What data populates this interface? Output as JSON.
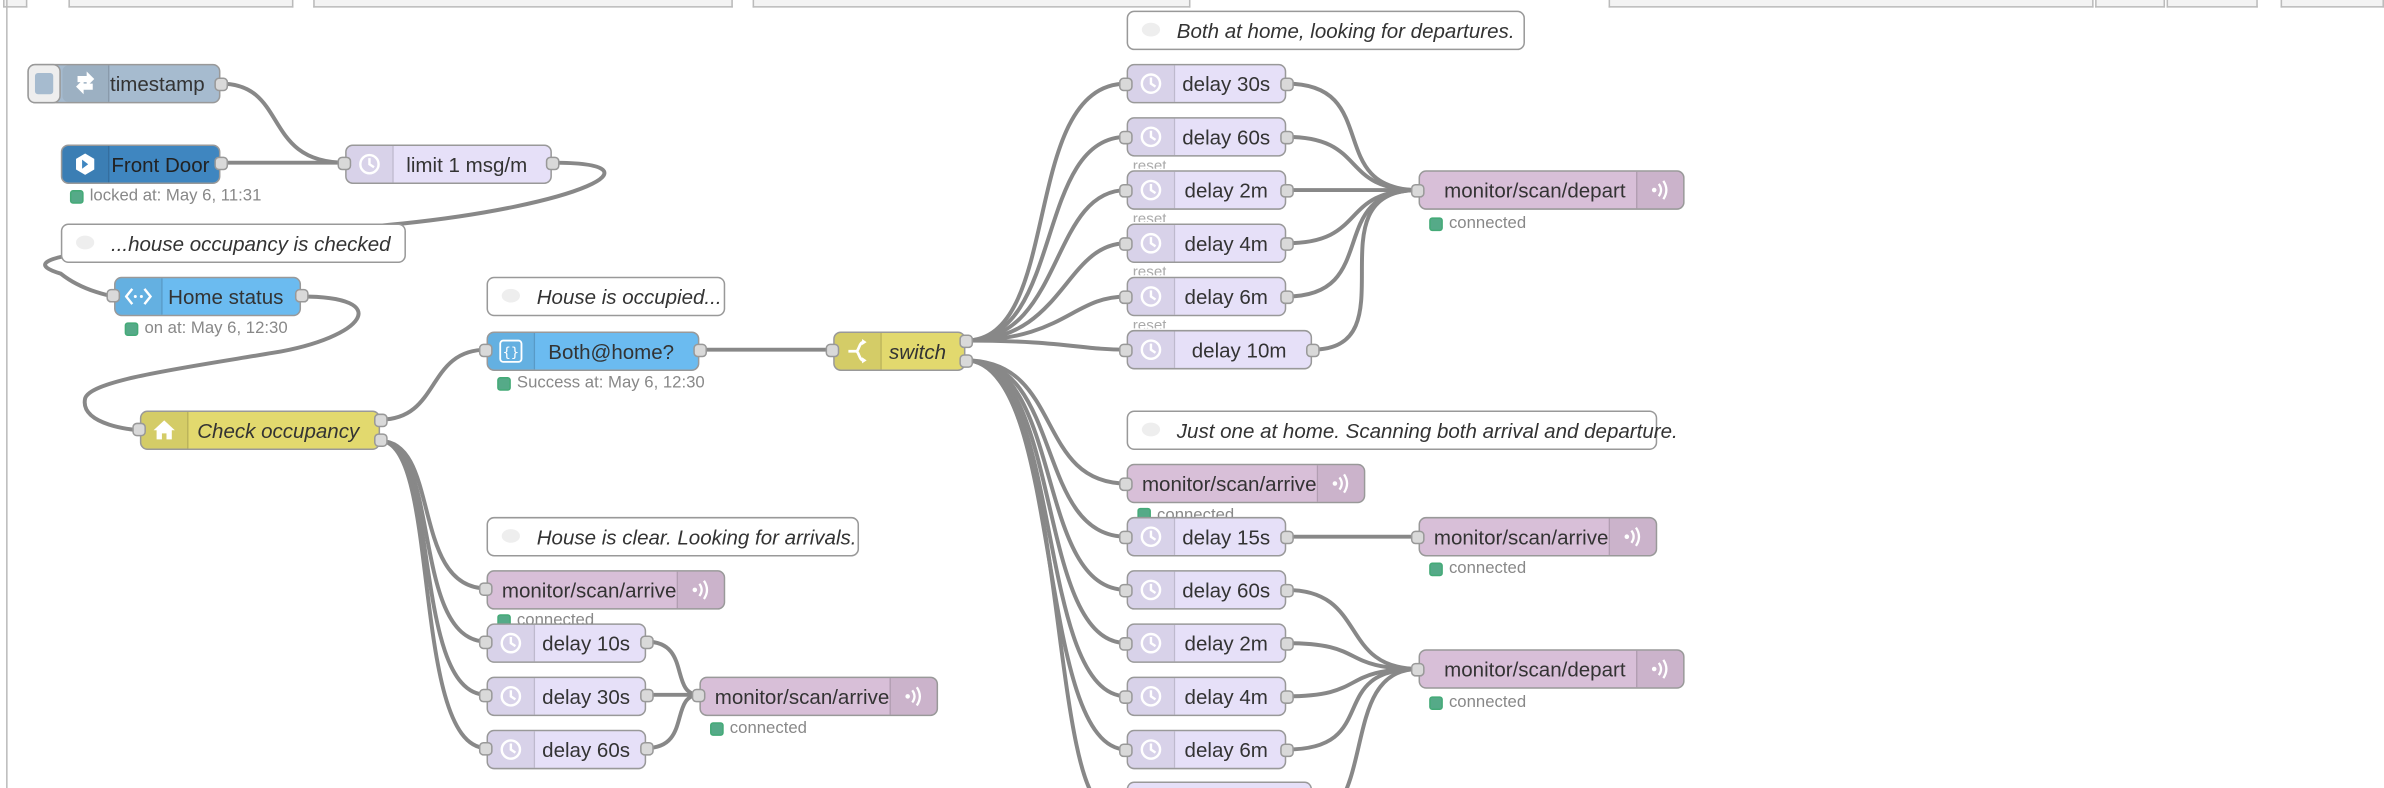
{
  "theme": {
    "inject": "#a6bbcf",
    "rpi_in": "#3f86c0",
    "delay": "#e6e0f8",
    "comment": "#ffffff",
    "function": "#e2d96e",
    "template": "#6bbbf0",
    "mqtt": "#d8bfd8",
    "wire": "#888888",
    "status_green": "#5a8"
  },
  "nodes": {
    "timestamp": {
      "label": "timestamp",
      "icon": "arrow-in-icon"
    },
    "front_door": {
      "label": "Front Door",
      "icon": "door-sensor-icon",
      "status": "locked at: May 6, 11:31"
    },
    "limit": {
      "label": "limit 1 msg/m",
      "icon": "timer-icon"
    },
    "home_status": {
      "label": "Home status",
      "icon": "code-icon",
      "status": "on at: May 6, 12:30"
    },
    "check_occupancy": {
      "label": "Check occupancy",
      "icon": "home-icon"
    },
    "both_home": {
      "label": "Both@home?",
      "icon": "braces-icon",
      "status": "Success at: May 6, 12:30"
    },
    "switch": {
      "label": "switch",
      "icon": "switch-icon"
    },
    "clear_arrive": {
      "label": "monitor/scan/arrive",
      "status": "connected"
    },
    "delay_10s": {
      "label": "delay 10s"
    },
    "delay_30s_a": {
      "label": "delay 30s"
    },
    "delay_60s_a": {
      "label": "delay 60s"
    },
    "clear_arrive_out": {
      "label": "monitor/scan/arrive",
      "status": "connected"
    },
    "d30s": {
      "label": "delay 30s"
    },
    "d60s": {
      "label": "delay 60s"
    },
    "d2m": {
      "label": "delay 2m"
    },
    "d4m": {
      "label": "delay 4m"
    },
    "d6m": {
      "label": "delay 6m"
    },
    "d10m": {
      "label": "delay 10m"
    },
    "depart_1": {
      "label": "monitor/scan/depart",
      "status": "connected"
    },
    "one_arrive": {
      "label": "monitor/scan/arrive",
      "status": "connected"
    },
    "d15s": {
      "label": "delay 15s"
    },
    "one_arrive_out": {
      "label": "monitor/scan/arrive",
      "status": "connected"
    },
    "e60s": {
      "label": "delay 60s"
    },
    "e2m": {
      "label": "delay 2m"
    },
    "e4m": {
      "label": "delay 4m"
    },
    "e6m": {
      "label": "delay 6m"
    },
    "depart_2": {
      "label": "monitor/scan/depart",
      "status": "connected"
    }
  },
  "comments": {
    "house_checked": "...house occupancy is checked",
    "occupied": "House is occupied...",
    "clear": "House is clear. Looking for arrivals.",
    "both_home": "Both at home, looking for departures.",
    "one_home": "Just one at home. Scanning both arrival and departure."
  },
  "reset_label": "reset"
}
